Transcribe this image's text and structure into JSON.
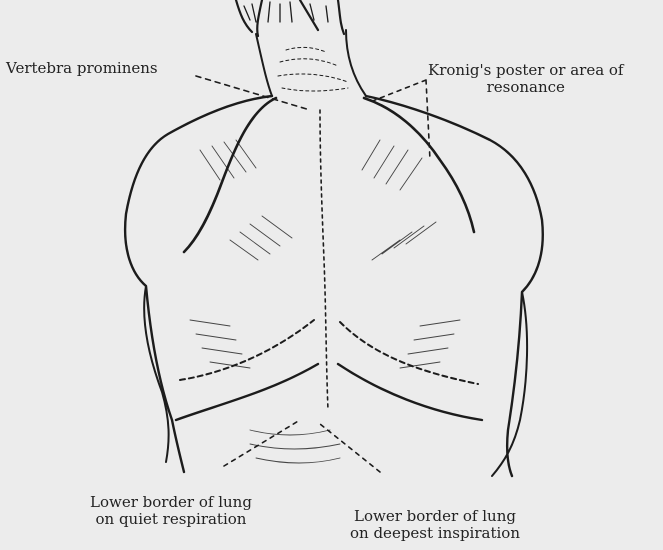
{
  "diagram": {
    "labels": {
      "vertebra": "Vertebra prominens",
      "kronig_line1": "Kronig's poster or area of",
      "kronig_line2": "resonance",
      "quiet_line1": "Lower border of lung",
      "quiet_line2": "on quiet respiration",
      "deep_line1": "Lower border of lung",
      "deep_line2": "on deepest inspiration"
    },
    "colors": {
      "paper": "#ececec",
      "ink": "#1c1c1c"
    }
  }
}
